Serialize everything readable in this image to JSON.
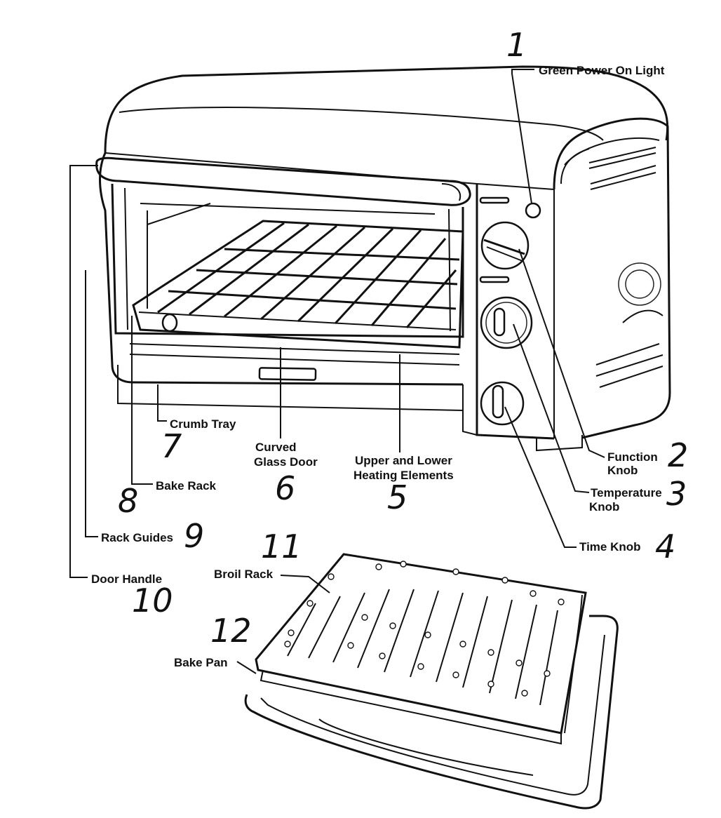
{
  "labels": {
    "power_light": "Green Power On Light",
    "function_knob_1": "Function",
    "function_knob_2": "Knob",
    "temperature_knob_1": "Temperature",
    "temperature_knob_2": "Knob",
    "time_knob": "Time Knob",
    "heating_1": "Upper and Lower",
    "heating_2": "Heating Elements",
    "glass_door_1": "Curved",
    "glass_door_2": "Glass Door",
    "crumb_tray": "Crumb Tray",
    "bake_rack": "Bake Rack",
    "rack_guides": "Rack Guides",
    "door_handle": "Door Handle",
    "broil_rack": "Broil Rack",
    "bake_pan": "Bake Pan"
  },
  "numbers": {
    "n1": "1",
    "n2": "2",
    "n3": "3",
    "n4": "4",
    "n5": "5",
    "n6": "6",
    "n7": "7",
    "n8": "8",
    "n9": "9",
    "n10": "10",
    "n11": "11",
    "n12": "12"
  },
  "colors": {
    "ink": "#111111",
    "paper": "#ffffff"
  }
}
